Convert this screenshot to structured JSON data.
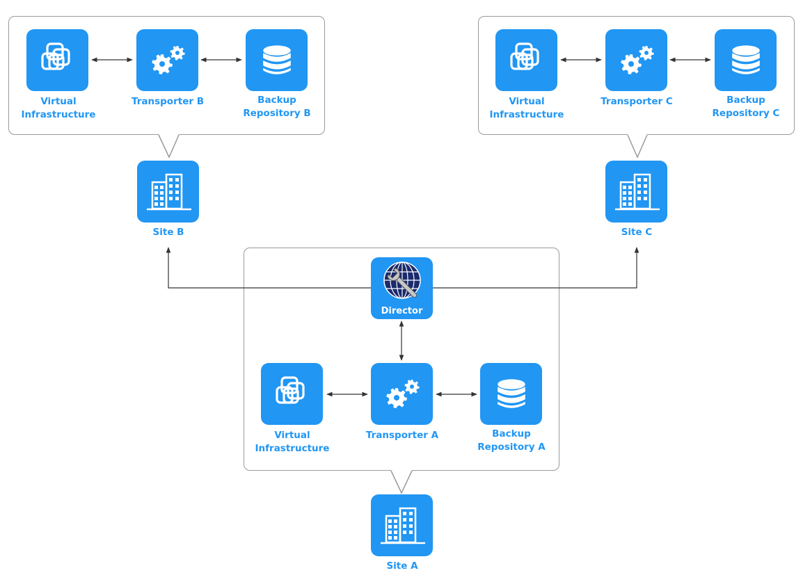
{
  "diagram": {
    "colors": {
      "accent": "#2196f3",
      "border": "#9a9a9a",
      "line": "#333333",
      "globe": "#1a2a6c"
    },
    "site_b": {
      "site_label": "Site B",
      "nodes": [
        {
          "label_1": "Virtual",
          "label_2": "Infrastructure",
          "icon": "virtual-infrastructure-icon"
        },
        {
          "label_1": "Transporter B",
          "label_2": "",
          "icon": "gears-icon"
        },
        {
          "label_1": "Backup",
          "label_2": "Repository B",
          "icon": "database-icon"
        }
      ]
    },
    "site_c": {
      "site_label": "Site C",
      "nodes": [
        {
          "label_1": "Virtual",
          "label_2": "Infrastructure",
          "icon": "virtual-infrastructure-icon"
        },
        {
          "label_1": "Transporter C",
          "label_2": "",
          "icon": "gears-icon"
        },
        {
          "label_1": "Backup",
          "label_2": "Repository C",
          "icon": "database-icon"
        }
      ]
    },
    "site_a": {
      "site_label": "Site A",
      "director_label": "Director",
      "nodes": [
        {
          "label_1": "Virtual",
          "label_2": "Infrastructure",
          "icon": "virtual-infrastructure-icon"
        },
        {
          "label_1": "Transporter A",
          "label_2": "",
          "icon": "gears-icon"
        },
        {
          "label_1": "Backup",
          "label_2": "Repository A",
          "icon": "database-icon"
        }
      ]
    }
  }
}
